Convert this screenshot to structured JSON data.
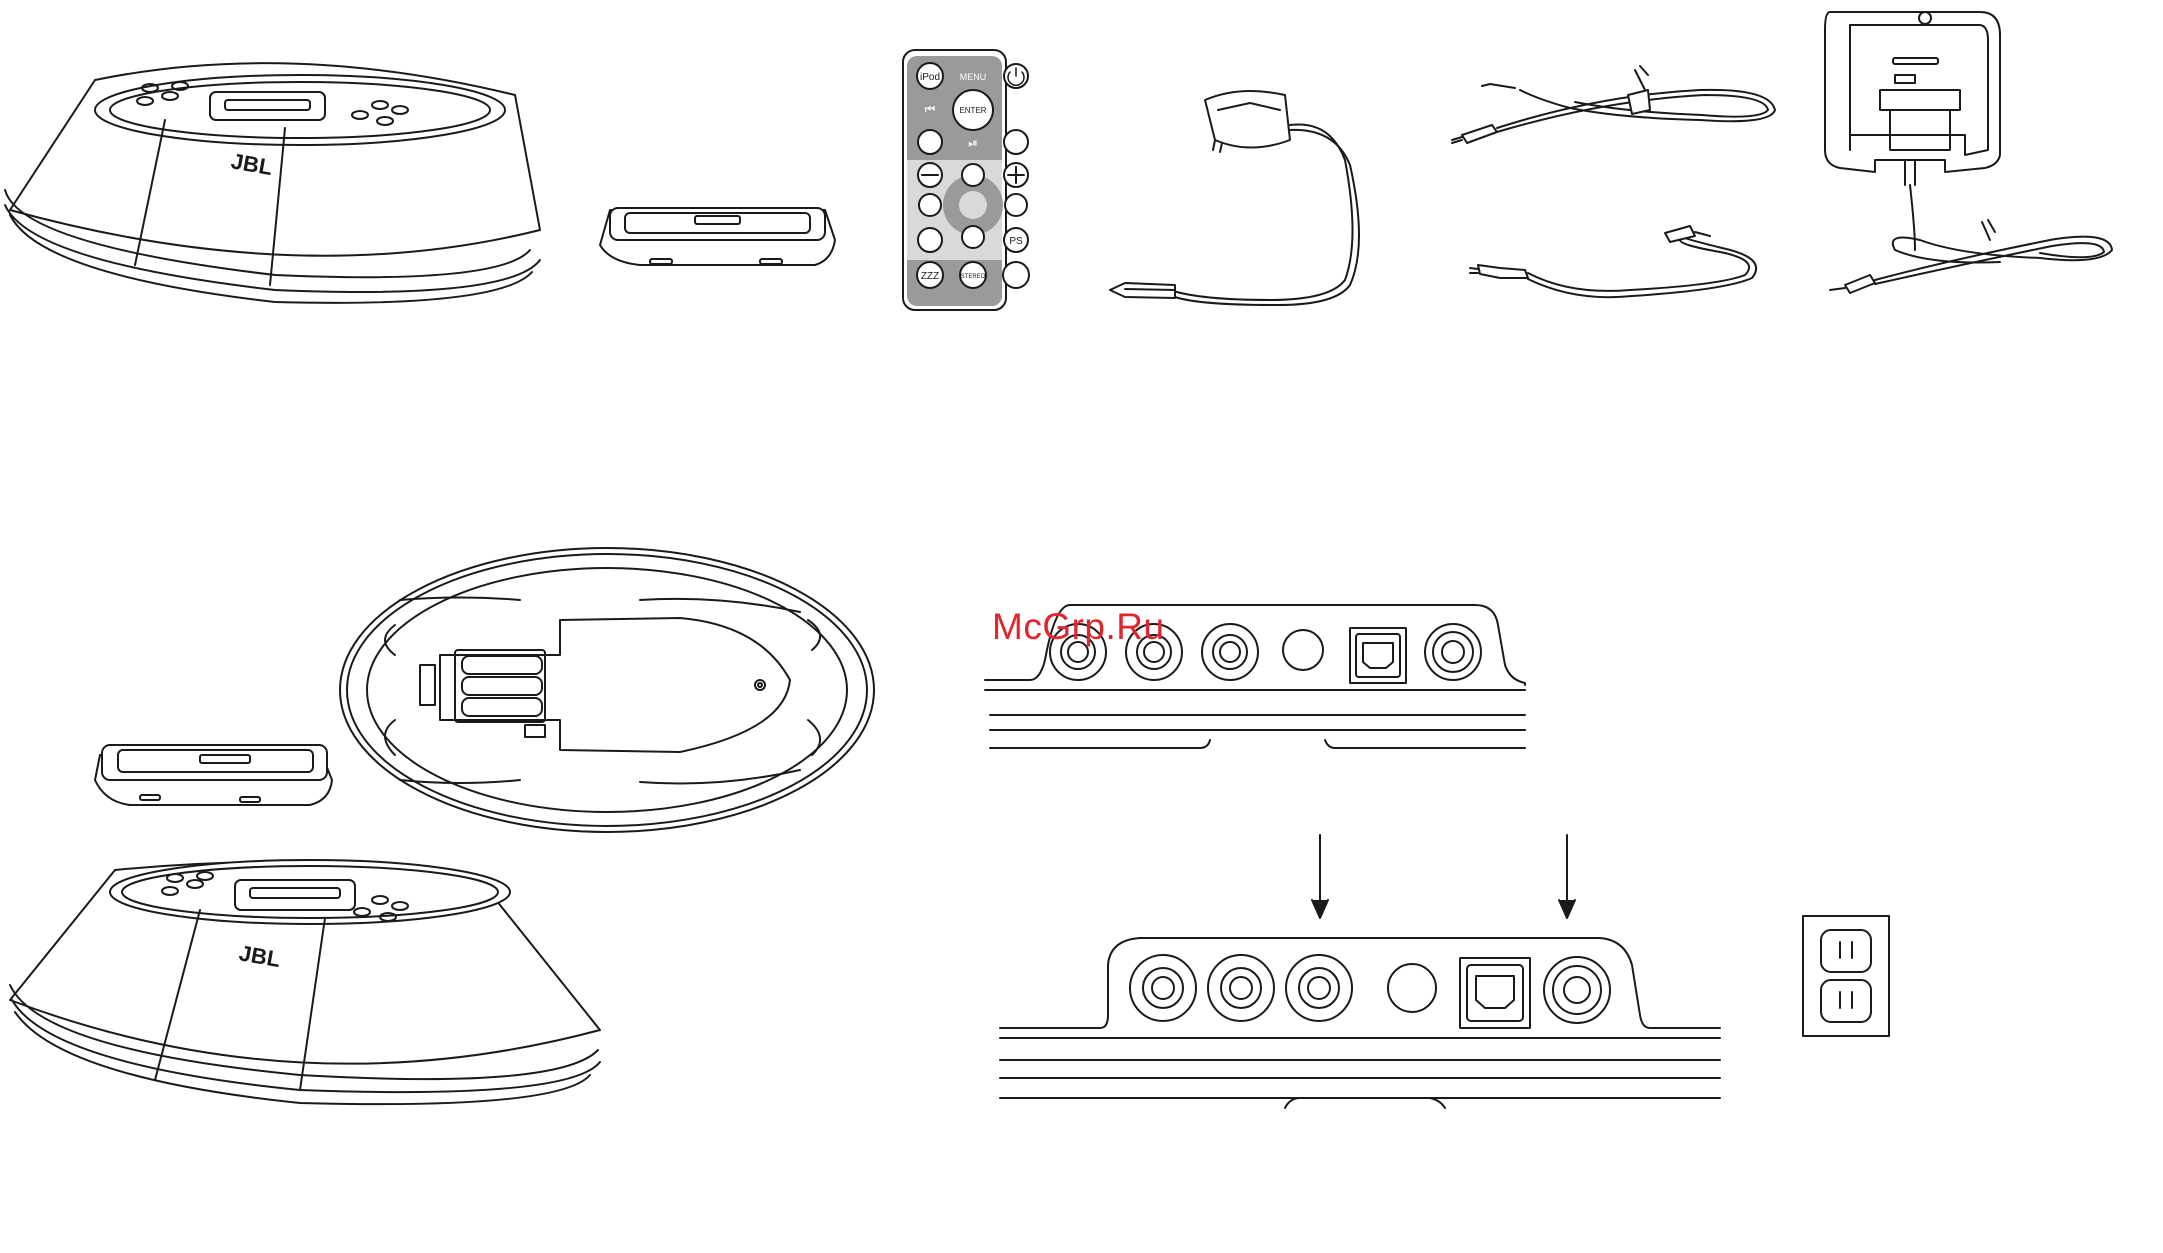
{
  "watermark": {
    "text": "McGrp.Ru",
    "color": "#e0252e"
  },
  "speaker_top": {
    "logo_text": "JBL"
  },
  "speaker_bottom": {
    "logo_text": "JBL"
  },
  "remote": {
    "ipod": "iPod",
    "menu": "MENU",
    "enter": "ENTER",
    "ps": "PS",
    "zzz": "ZZZ",
    "stereo": "STEREO"
  },
  "colors": {
    "line": "#1a1a1a",
    "remote_gray": "#9a9a9a",
    "remote_light": "#d9d9d9"
  }
}
